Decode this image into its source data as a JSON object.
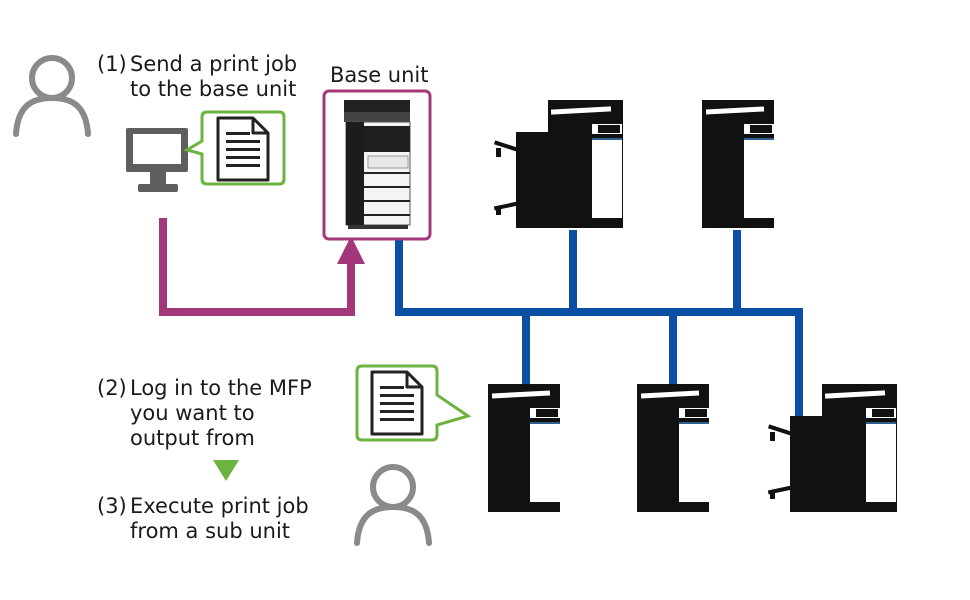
{
  "steps": {
    "s1": {
      "num": "(1)",
      "line1": "Send a print job",
      "line2": "to the base unit"
    },
    "s2": {
      "num": "(2)",
      "line1": "Log in to the MFP",
      "line2": "you want to",
      "line3": "output from"
    },
    "s3": {
      "num": "(3)",
      "line1": "Execute print job",
      "line2": "from a sub unit"
    }
  },
  "base_unit": {
    "label": "Base unit"
  },
  "colors": {
    "job_path": "#a3377a",
    "network": "#0a4fa3",
    "document_frame": "#6db33f",
    "step_arrow": "#6db33f",
    "device": "#111111",
    "user_icon": "#8a8a8a"
  }
}
